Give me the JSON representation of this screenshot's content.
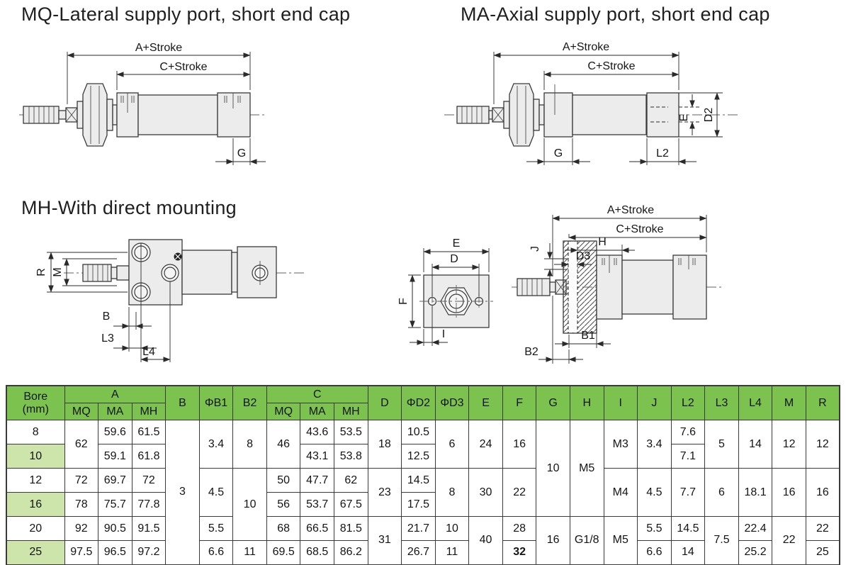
{
  "colors": {
    "table_header_bg": "#7cc24e",
    "table_alt_row_bg": "#cde5ab",
    "table_border": "#3a3a3a",
    "drawing_line": "#3a3a3a",
    "drawing_fill": "#ececec"
  },
  "drawings": {
    "mq": {
      "title": "MQ-Lateral supply port, short end cap",
      "labels": {
        "a_stroke": "A+Stroke",
        "c_stroke": "C+Stroke",
        "g": "G"
      }
    },
    "ma": {
      "title": "MA-Axial supply port, short end cap",
      "labels": {
        "a_stroke": "A+Stroke",
        "c_stroke": "C+Stroke",
        "g": "G",
        "l2": "L2",
        "e": "E",
        "d2": "D2"
      }
    },
    "mh": {
      "title": "MH-With direct mounting",
      "side_labels": {
        "r": "R",
        "m": "M",
        "b": "B",
        "l3": "L3",
        "l4": "L4"
      },
      "front_labels": {
        "e": "E",
        "d": "D",
        "f": "F",
        "i": "I"
      },
      "section_labels": {
        "a_stroke": "A+Stroke",
        "c_stroke": "C+Stroke",
        "h": "H",
        "j": "J",
        "d3": "D3",
        "b1": "B1",
        "b2": "B2"
      }
    }
  },
  "table": {
    "header": {
      "bore": "Bore\n(mm)",
      "a": "A",
      "b": "B",
      "phib1": "ΦB1",
      "b2": "B2",
      "c": "C",
      "d": "D",
      "phid2": "ΦD2",
      "phid3": "ΦD3",
      "e": "E",
      "f": "F",
      "g": "G",
      "h": "H",
      "i": "I",
      "j": "J",
      "l2": "L2",
      "l3": "L3",
      "l4": "L4",
      "m": "M",
      "r": "R",
      "mq": "MQ",
      "ma": "MA",
      "mh": "MH"
    },
    "rows": {
      "r8": {
        "bore": "8",
        "a_mq": "62",
        "a_ma": "59.6",
        "a_mh": "61.5",
        "b": "3",
        "phib1": "3.4",
        "b2": "8",
        "c_mq": "46",
        "c_ma": "43.6",
        "c_mh": "53.5",
        "d": "18",
        "phid2": "10.5",
        "phid3": "6",
        "e": "24",
        "f": "16",
        "g": "10",
        "h": "M5",
        "i": "M3",
        "j": "3.4",
        "l2": "7.6",
        "l3": "5",
        "l4": "14",
        "m": "12",
        "r": "12"
      },
      "r10": {
        "bore": "10",
        "a_ma": "59.1",
        "a_mh": "61.8",
        "c_ma": "43.1",
        "c_mh": "53.8",
        "phid2": "12.5",
        "l2": "7.1"
      },
      "r12": {
        "bore": "12",
        "a_mq": "72",
        "a_ma": "69.7",
        "a_mh": "72",
        "phib1": "4.5",
        "b2": "10",
        "c_mq": "50",
        "c_ma": "47.7",
        "c_mh": "62",
        "d": "23",
        "phid2": "14.5",
        "phid3": "8",
        "e": "30",
        "f": "22",
        "i": "M4",
        "j": "4.5",
        "l2": "7.7",
        "l3": "6",
        "l4": "18.1",
        "m": "16",
        "r": "16"
      },
      "r16": {
        "bore": "16",
        "a_mq": "78",
        "a_ma": "75.7",
        "a_mh": "77.8",
        "c_mq": "56",
        "c_ma": "53.7",
        "c_mh": "67.5",
        "phid2": "17.5"
      },
      "r20": {
        "bore": "20",
        "a_mq": "92",
        "a_ma": "90.5",
        "a_mh": "91.5",
        "phib1": "5.5",
        "c_mq": "68",
        "c_ma": "66.5",
        "c_mh": "81.5",
        "d": "31",
        "phid2": "21.7",
        "phid3": "10",
        "e": "40",
        "f": "28",
        "g": "16",
        "h": "G1/8",
        "i": "M5",
        "j": "5.5",
        "l2": "14.5",
        "l3": "7.5",
        "l4": "22.4",
        "m": "22",
        "r": "22"
      },
      "r25": {
        "bore": "25",
        "a_mq": "97.5",
        "a_ma": "96.5",
        "a_mh": "97.2",
        "phib1": "6.6",
        "b2": "11",
        "c_mq": "69.5",
        "c_ma": "68.5",
        "c_mh": "86.2",
        "phid2": "26.7",
        "phid3": "11",
        "f": "32",
        "j": "6.6",
        "l2": "14",
        "l4": "25.2",
        "r": "25"
      }
    }
  }
}
